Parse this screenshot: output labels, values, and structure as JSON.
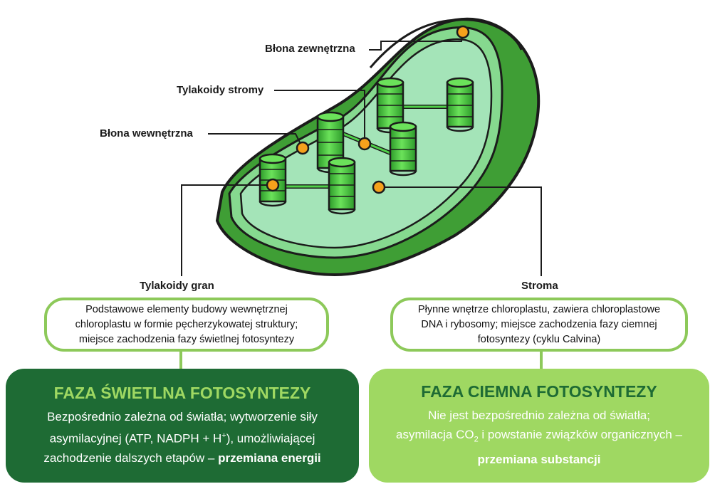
{
  "labels": {
    "outer_membrane": "Błona zewnętrzna",
    "stroma_thylakoids": "Tylakoidy stromy",
    "inner_membrane": "Błona wewnętrzna",
    "granum_thylakoids": "Tylakoidy gran",
    "stroma": "Stroma"
  },
  "descriptions": {
    "granum": "Podstawowe elementy budowy wewnętrznej chloroplastu w formie pęcherzykowatej struktury; miejsce zachodzenia fazy świetlnej fotosyntezy",
    "stroma": "Płynne wnętrze chloroplastu, zawiera chloroplastowe DNA i rybosomy; miejsce zachodzenia fazy ciemnej fotosyntezy (cyklu Calvina)"
  },
  "phases": {
    "light": {
      "title": "FAZA ŚWIETLNA FOTOSYNTEZY",
      "line1": "Bezpośrednio zależna od światła; wytworzenie siły",
      "line2_pre": "asymilacyjnej (ATP, NADPH + H",
      "line2_sup": "+",
      "line2_post": "), umożliwiającej",
      "line3_pre": "zachodzenie dalszych etapów – ",
      "line3_bold": "przemiana energii"
    },
    "dark": {
      "title": "FAZA CIEMNA FOTOSYNTEZY",
      "line1": "Nie jest bezpośrednio zależna  od światła;",
      "line2_pre": "asymilacja CO",
      "line2_sub": "2",
      "line2_post": " i powstanie związków organicznych –",
      "line3_bold": "przemiana substancji"
    }
  },
  "colors": {
    "outer_green": "#3f9e35",
    "inner_green": "#86d98f",
    "stroma_fill": "#a4e4b8",
    "granum_green": "#48c23c",
    "marker_orange": "#f5a11c",
    "light_phase_bg": "#1e6b34",
    "light_phase_title": "#9fd862",
    "dark_phase_bg": "#9fd862",
    "dark_phase_title": "#1e6b34",
    "outline_green": "#8dc95a"
  }
}
